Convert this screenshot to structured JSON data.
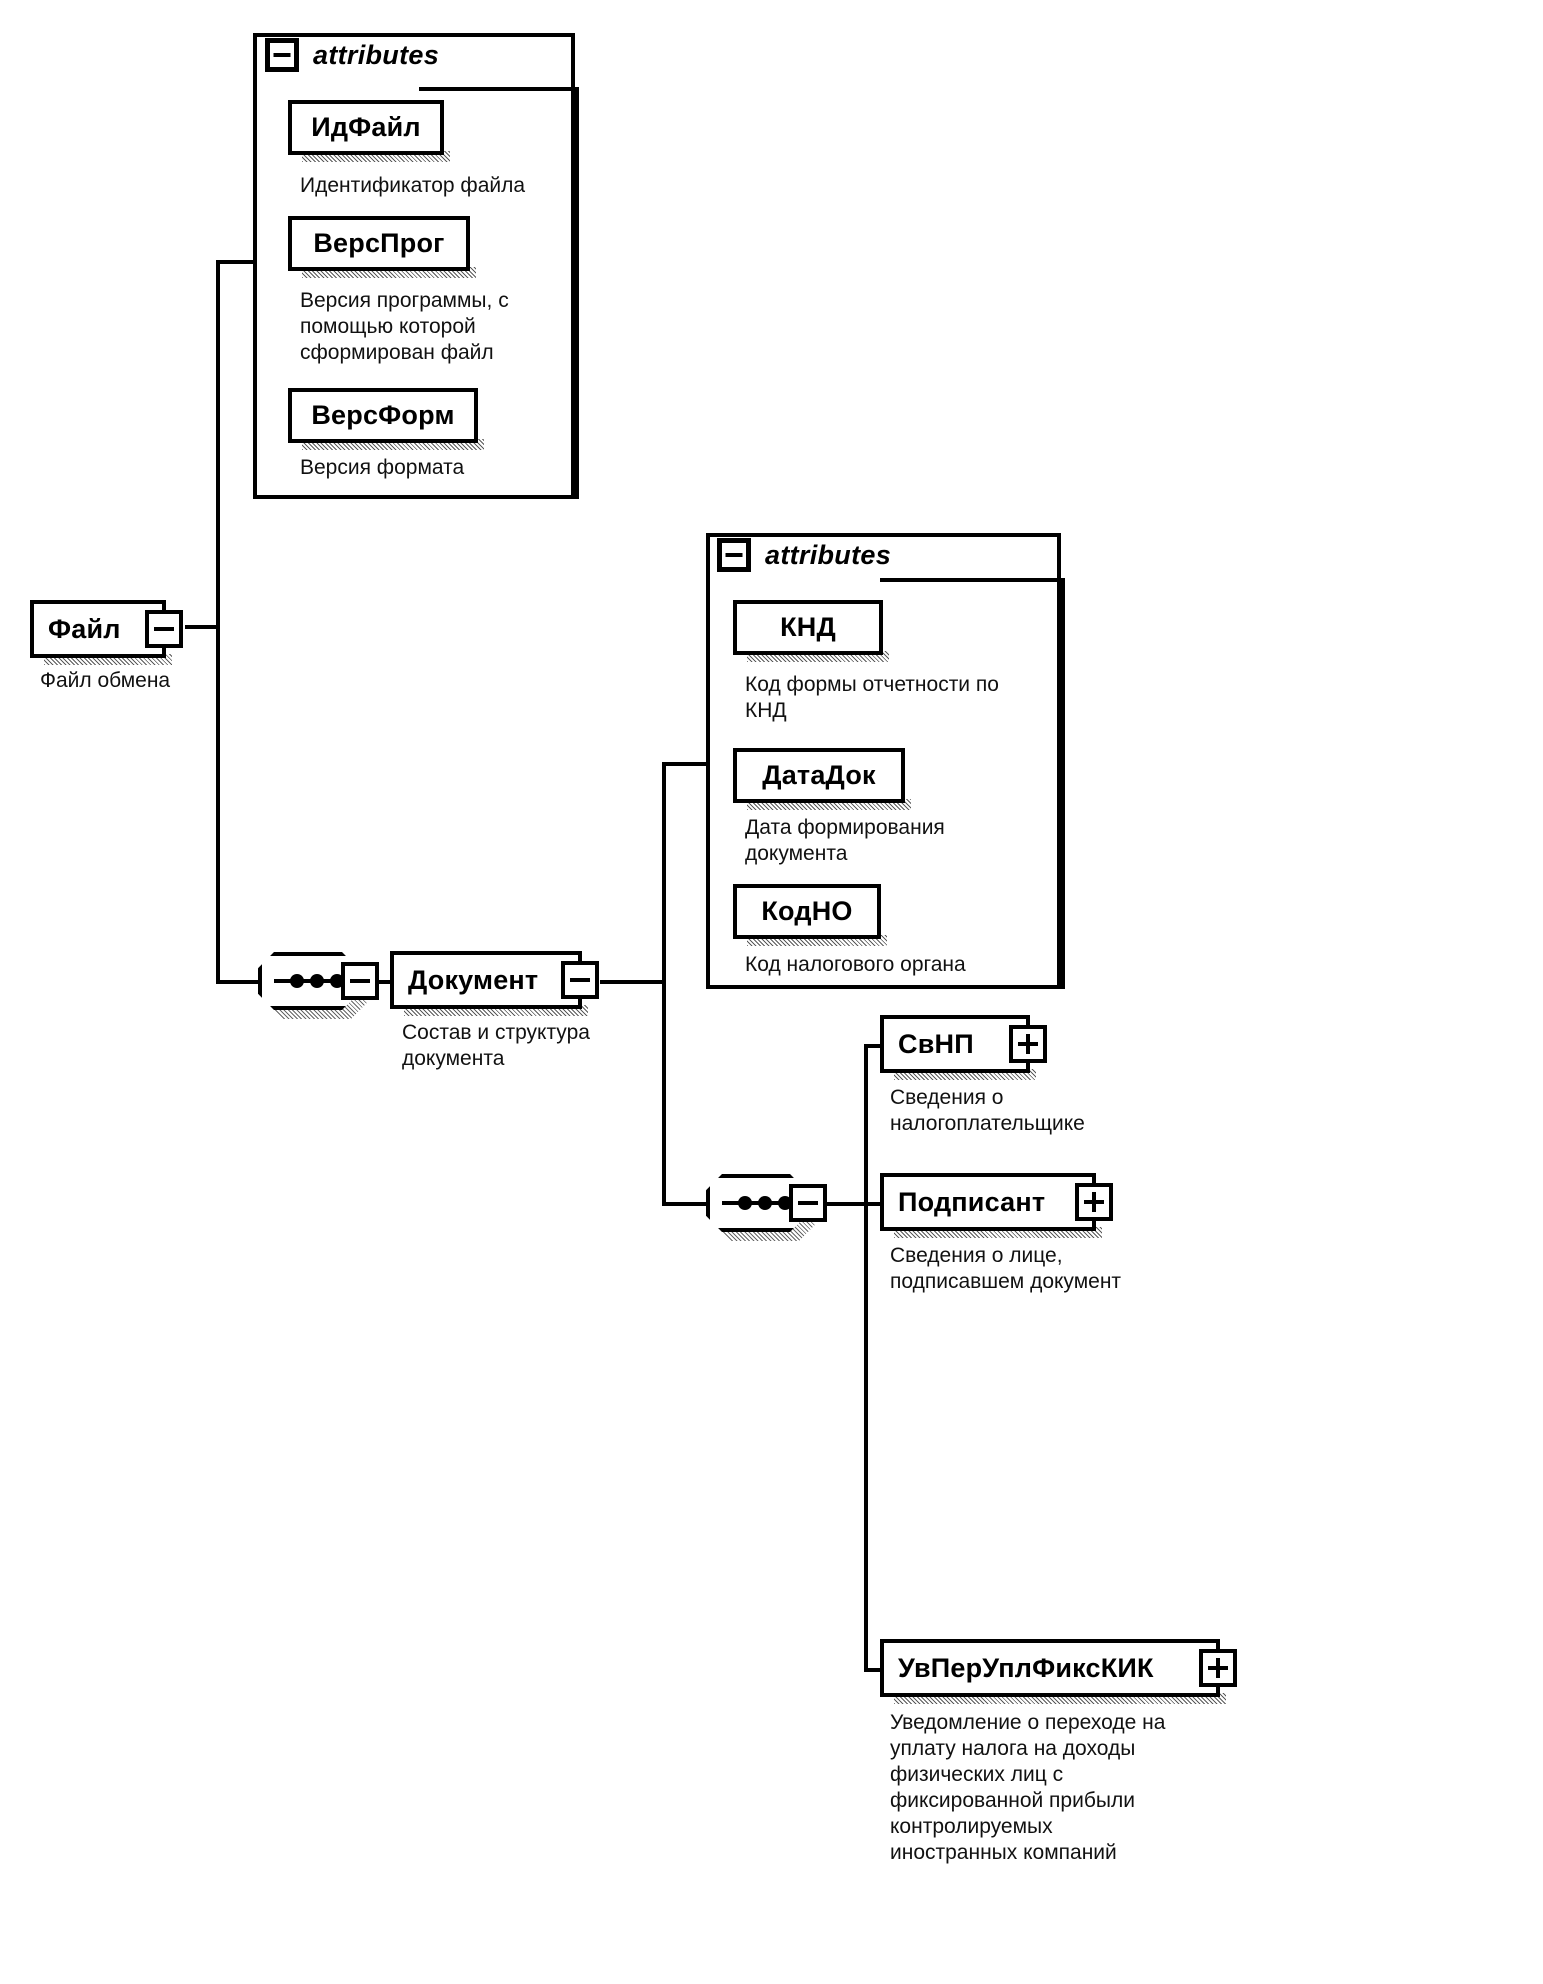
{
  "diagram": {
    "title": "XML schema structure diagram",
    "attributes_label": "attributes",
    "root": {
      "name": "Файл",
      "caption": "Файл обмена",
      "expander": "minus"
    },
    "file_attributes": [
      {
        "name": "ИдФайл",
        "caption": "Идентификатор файла"
      },
      {
        "name": "ВерсПрог",
        "caption": "Версия программы, с\nпомощью которой\nсформирован файл"
      },
      {
        "name": "ВерсФорм",
        "caption": "Версия формата"
      }
    ],
    "document": {
      "name": "Документ",
      "caption": "Состав и структура\nдокумента",
      "expander": "minus"
    },
    "document_attributes": [
      {
        "name": "КНД",
        "caption": "Код формы отчетности по\nКНД"
      },
      {
        "name": "ДатаДок",
        "caption": "Дата формирования\nдокумента"
      },
      {
        "name": "КодНО",
        "caption": "Код налогового органа"
      }
    ],
    "document_children": [
      {
        "name": "СвНП",
        "caption": "Сведения о\nналогоплательщике",
        "expander": "plus"
      },
      {
        "name": "Подписант",
        "caption": "Сведения о лице,\nподписавшем документ",
        "expander": "plus"
      },
      {
        "name": "УвПерУплФиксКИК",
        "caption": "Уведомление о переходе на\nуплату налога на доходы\nфизических лиц с\nфиксированной прибыли\nконтролируемых\nиностранных компаний",
        "expander": "plus"
      }
    ],
    "colors": {
      "stroke": "#000000",
      "background": "#ffffff",
      "text": "#000000"
    }
  }
}
